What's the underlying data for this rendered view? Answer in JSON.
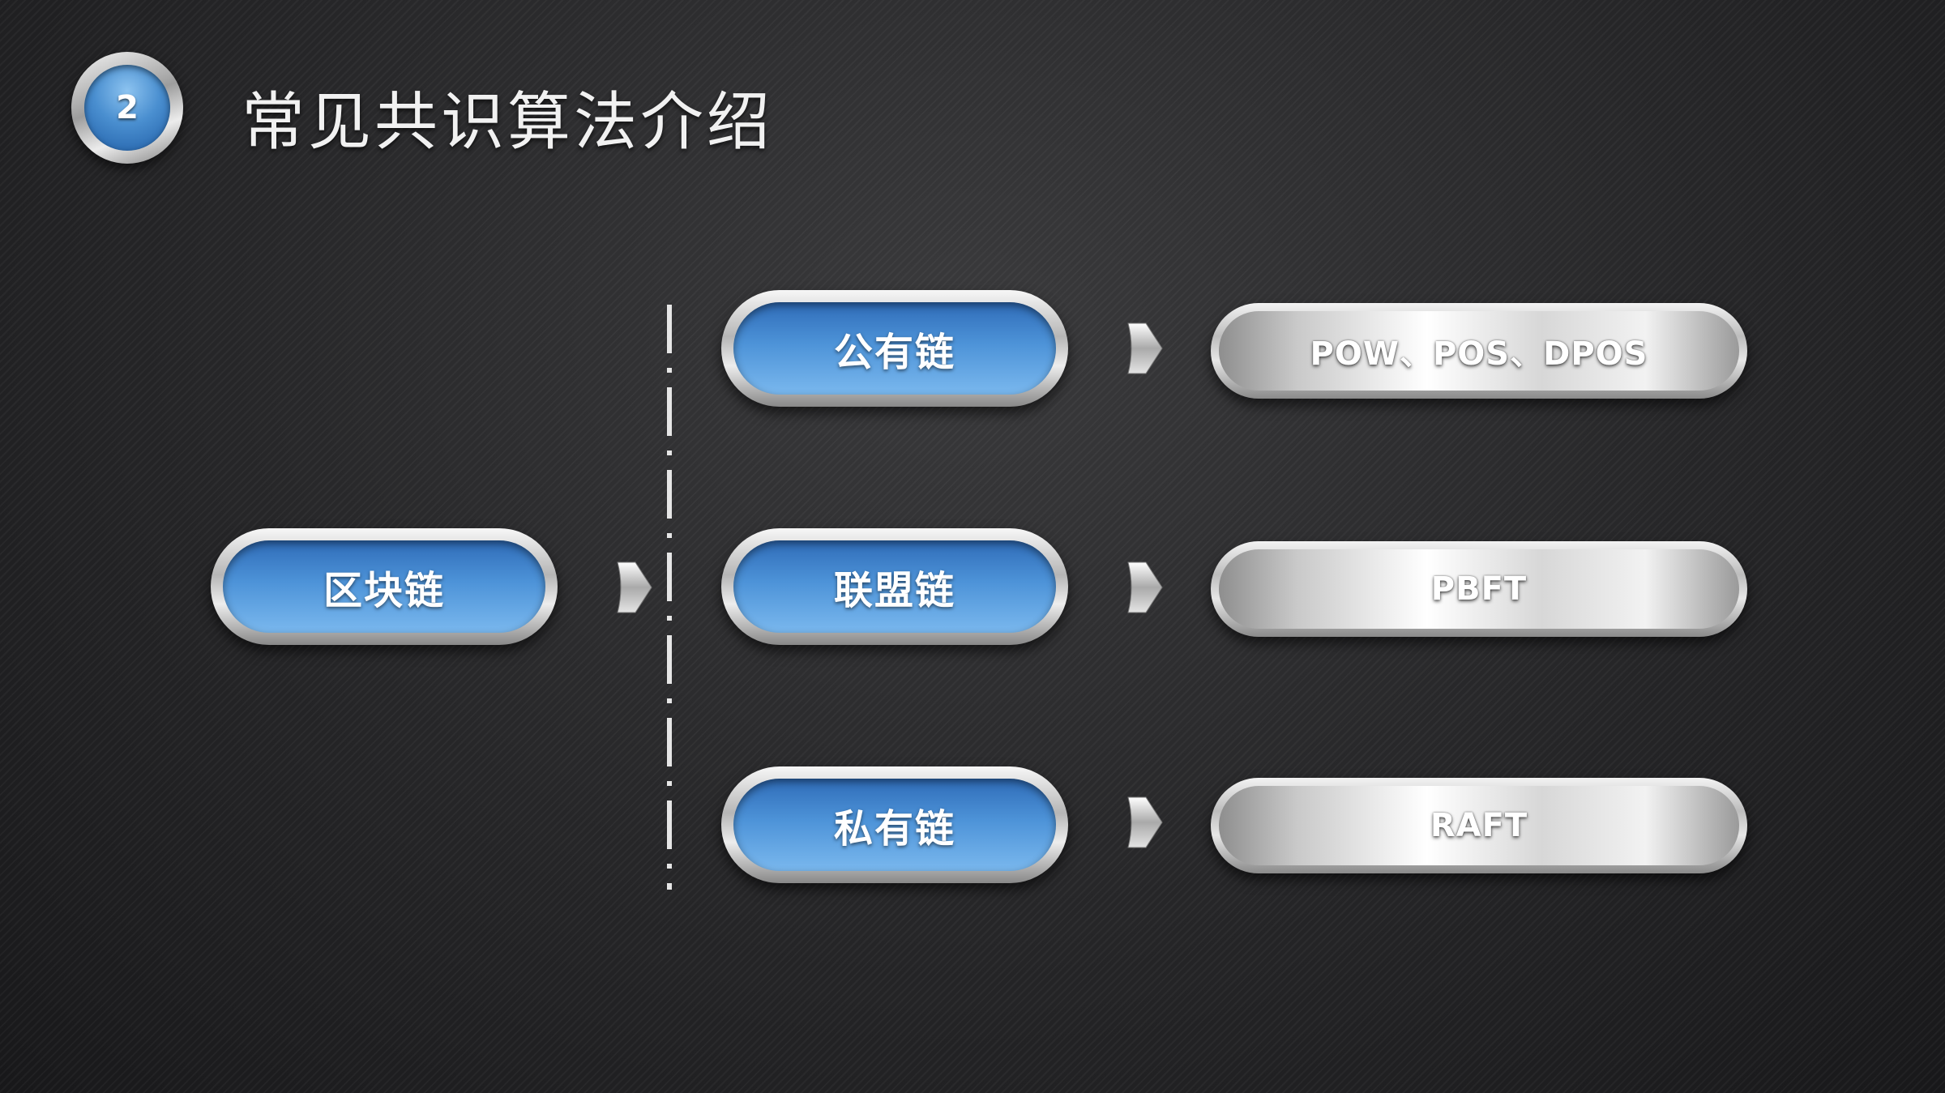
{
  "header": {
    "badge_number": "2",
    "title": "常见共识算法介绍"
  },
  "root": {
    "label": "区块链"
  },
  "branches": [
    {
      "label": "公有链",
      "algorithms": "POW、POS、DPOS"
    },
    {
      "label": "联盟链",
      "algorithms": "PBFT"
    },
    {
      "label": "私有链",
      "algorithms": "RAFT"
    }
  ],
  "colors": {
    "background": "#262628",
    "accent_blue": "#4d93d8",
    "silver": "#d0d0d0",
    "text": "#ffffff"
  },
  "icons": {
    "connector": "silver-arrow-icon"
  }
}
